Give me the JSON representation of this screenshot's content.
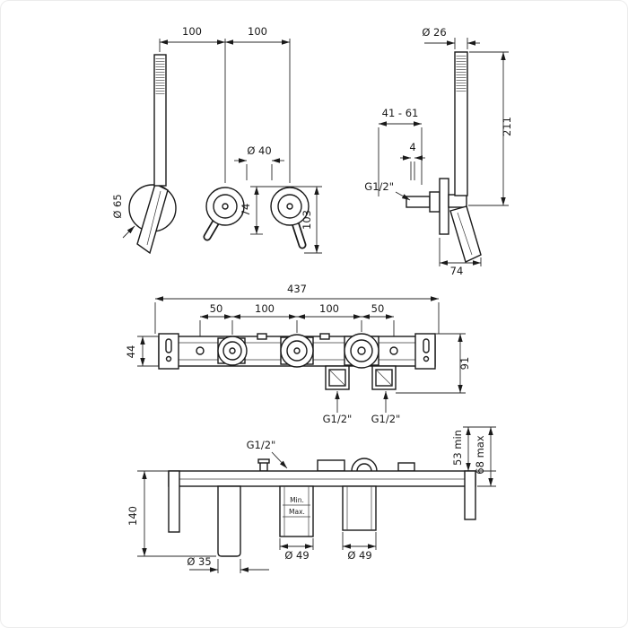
{
  "drawing": {
    "front_view": {
      "dim_span_left": "100",
      "dim_span_right": "100",
      "dim_knob_diameter": "Ø 40",
      "dim_holder_diameter": "Ø 65",
      "dim_knob_height": "74",
      "dim_knob_total_height": "103"
    },
    "side_view": {
      "dim_handle_diameter": "Ø 26",
      "dim_height": "211",
      "dim_wall_distance": "41 - 61",
      "dim_plate": "4",
      "thread_label": "G1/2\"",
      "dim_projection": "74"
    },
    "body_front_view": {
      "dim_total_width": "437",
      "dim_seg1": "50",
      "dim_seg2": "100",
      "dim_seg3": "100",
      "dim_seg4": "50",
      "dim_height": "44",
      "dim_depth_height": "91",
      "thread_left": "G1/2\"",
      "thread_right": "G1/2\"",
      "dim_depth_min": "53 min",
      "dim_depth_max": "68 max"
    },
    "body_side_view": {
      "thread_label": "G1/2\"",
      "dim_height": "140",
      "dim_spout_diameter": "Ø 35",
      "dim_valve_diameter_left": "Ø 49",
      "dim_valve_diameter_right": "Ø 49",
      "label_min": "Min.",
      "label_max": "Max."
    }
  }
}
